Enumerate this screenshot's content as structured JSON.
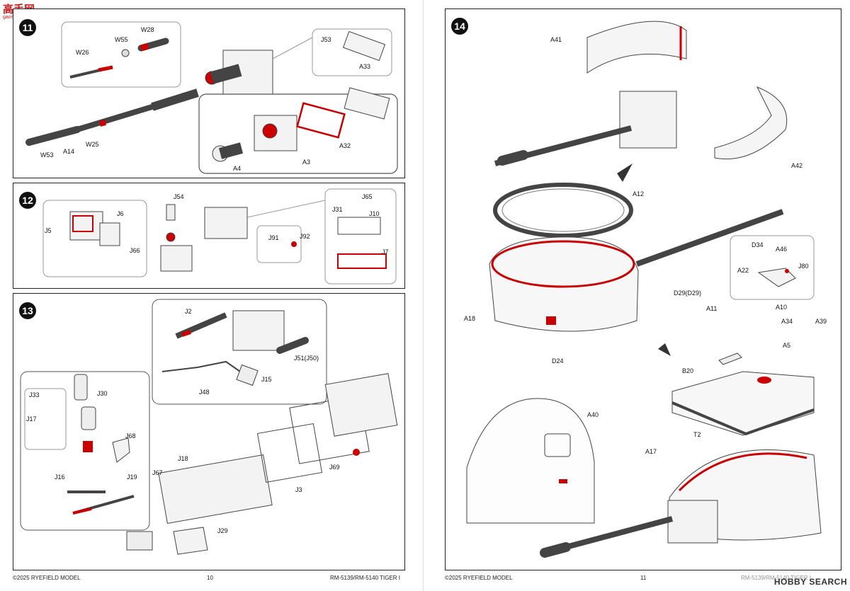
{
  "brand": {
    "logo_text": "高手网",
    "logo_sub": "gaoshou.com"
  },
  "watermark": "HOBBY SEARCH",
  "left_page": {
    "footer_left": "©2025 RYEFIELD MODEL",
    "page_number": "10",
    "footer_right": "RM-5139/RM-5140 TIGER I",
    "step11": {
      "labels": [
        "W28",
        "W55",
        "W26",
        "W53",
        "A14",
        "W25",
        "J53",
        "A33",
        "A32",
        "A3",
        "A4"
      ]
    },
    "step12": {
      "number": "12",
      "labels": [
        "J54",
        "J6",
        "J5",
        "J66",
        "J91",
        "J92",
        "J65",
        "J31",
        "J10",
        "J7"
      ]
    },
    "step13": {
      "number": "13",
      "labels": [
        "J2",
        "J51(J50)",
        "J15",
        "J48",
        "J33",
        "J30",
        "J17",
        "J68",
        "J16",
        "J19",
        "J18",
        "J67",
        "J3",
        "J69",
        "J29"
      ]
    }
  },
  "right_page": {
    "footer_left": "©2025 RYEFIELD MODEL",
    "page_number": "11",
    "footer_right": "RM-5139/RM-5140 TIGER I",
    "step14": {
      "number": "14",
      "labels": [
        "A41",
        "A42",
        "A12",
        "D34",
        "A46",
        "A22",
        "J80",
        "D29(D29)",
        "A18",
        "D24",
        "A11",
        "A10",
        "A34",
        "A39",
        "A5",
        "B20",
        "A40",
        "A17",
        "T2"
      ]
    }
  }
}
